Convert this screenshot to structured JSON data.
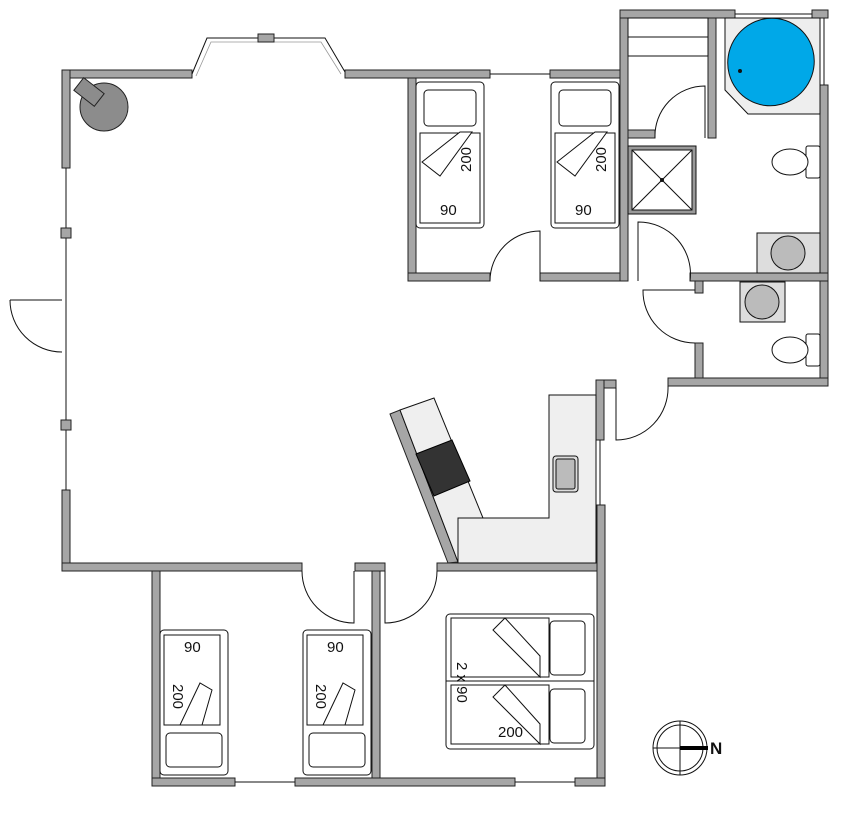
{
  "plan": {
    "beds": {
      "bed1_width": "90",
      "bed1_length": "200",
      "bed2_width": "90",
      "bed2_length": "200",
      "bed3_width": "90",
      "bed3_length": "200",
      "bed4_width": "90",
      "bed4_length": "200",
      "double_bed_width": "2 x 90",
      "double_bed_length": "200"
    },
    "compass_label": "N",
    "colors": {
      "wall": "#a6a6a6",
      "bathtub": "#00a8e8",
      "hob": "#333333",
      "counter": "#efefef"
    }
  }
}
